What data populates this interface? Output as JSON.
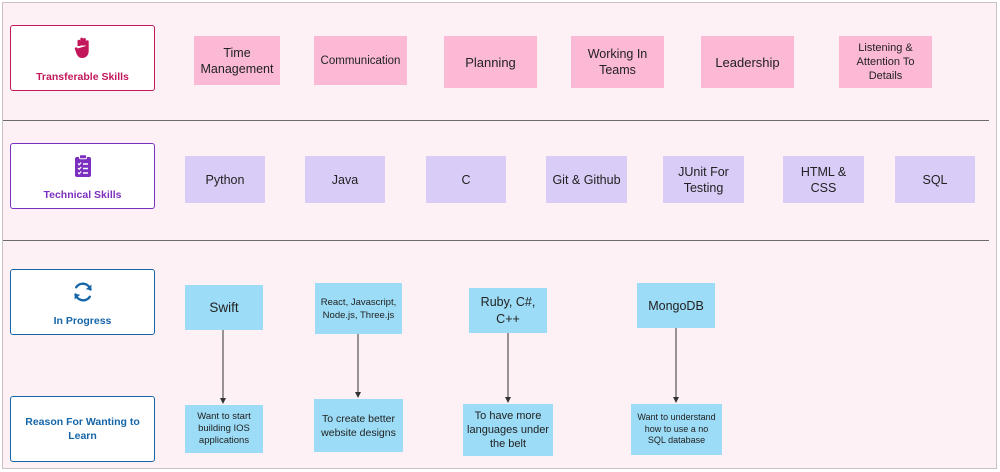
{
  "categories": {
    "transferable": {
      "label": "Transferable Skills",
      "icon": "raised-hand-icon",
      "color": "#c2185b"
    },
    "technical": {
      "label": "Technical Skills",
      "icon": "clipboard-checklist-icon",
      "color": "#7b2fbe"
    },
    "progress": {
      "label": "In Progress",
      "icon": "refresh-icon",
      "color": "#1565a8"
    },
    "reason": {
      "label": "Reason For Wanting to Learn",
      "color": "#1565a8"
    }
  },
  "transferable_skills": [
    "Time Management",
    "Communication",
    "Planning",
    "Working In Teams",
    "Leadership",
    "Listening & Attention To Details"
  ],
  "technical_skills": [
    "Python",
    "Java",
    "C",
    "Git & Github",
    "JUnit For Testing",
    "HTML & CSS",
    "SQL"
  ],
  "in_progress": [
    "Swift",
    "React, Javascript, Node.js, Three.js",
    "Ruby, C#, C++",
    "MongoDB"
  ],
  "reasons": [
    "Want to start building IOS applications",
    "To create better website designs",
    "To have more languages under the belt",
    "Want to understand how to use a no SQL database"
  ],
  "colors": {
    "pink_note": "#fbb9d6",
    "purple_note": "#d9ccf7",
    "blue_note": "#9cdcf6",
    "background": "#fdf1f6"
  }
}
